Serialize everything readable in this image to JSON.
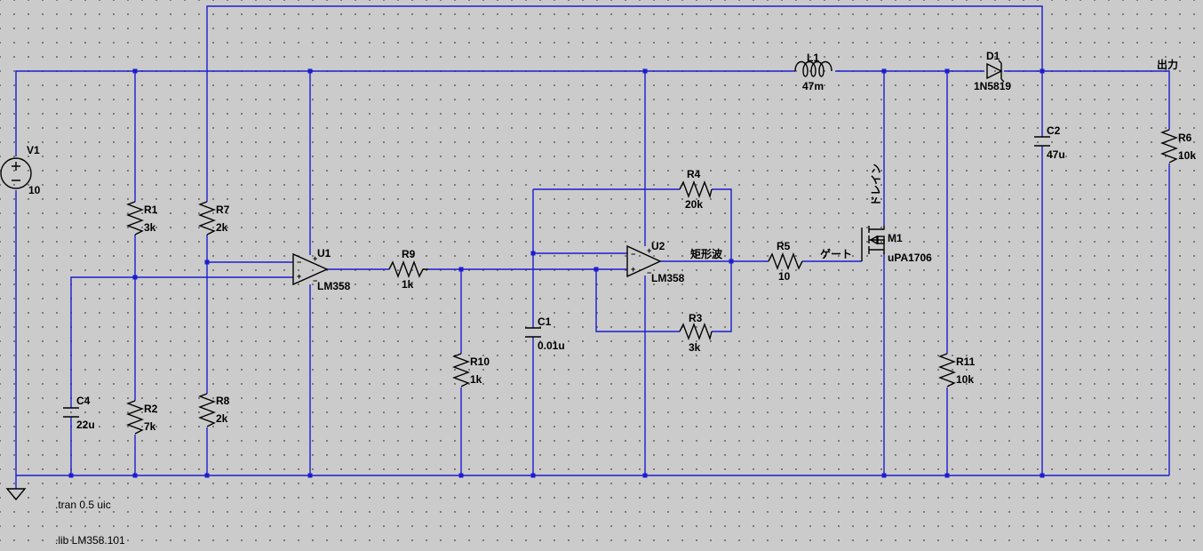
{
  "components": {
    "V1": {
      "ref": "V1",
      "value": "10"
    },
    "R1": {
      "ref": "R1",
      "value": "3k"
    },
    "R2": {
      "ref": "R2",
      "value": "7k"
    },
    "R3": {
      "ref": "R3",
      "value": "3k"
    },
    "R4": {
      "ref": "R4",
      "value": "20k"
    },
    "R5": {
      "ref": "R5",
      "value": "10"
    },
    "R6": {
      "ref": "R6",
      "value": "10k"
    },
    "R7": {
      "ref": "R7",
      "value": "2k"
    },
    "R8": {
      "ref": "R8",
      "value": "2k"
    },
    "R9": {
      "ref": "R9",
      "value": "1k"
    },
    "R10": {
      "ref": "R10",
      "value": "1k"
    },
    "R11": {
      "ref": "R11",
      "value": "10k"
    },
    "C1": {
      "ref": "C1",
      "value": "0.01u"
    },
    "C2": {
      "ref": "C2",
      "value": "47u"
    },
    "C4": {
      "ref": "C4",
      "value": "22u"
    },
    "L1": {
      "ref": "L1",
      "value": "47m"
    },
    "D1": {
      "ref": "D1",
      "value": "1N5819"
    },
    "U1": {
      "ref": "U1",
      "value": "LM358"
    },
    "U2": {
      "ref": "U2",
      "value": "LM358"
    },
    "M1": {
      "ref": "M1",
      "value": "uPA1706"
    }
  },
  "net_labels": {
    "output": "出力",
    "square_wave": "矩形波",
    "gate": "ゲート",
    "drain": "ドレイン"
  },
  "directives": {
    "tran": ".tran 0.5 uic",
    "lib": ".lib LM358.101"
  }
}
